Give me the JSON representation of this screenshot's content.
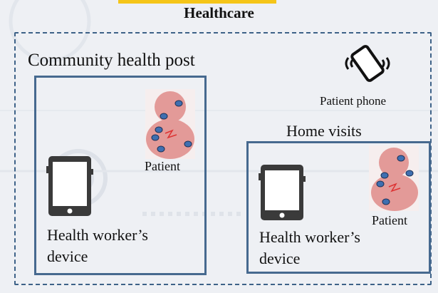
{
  "title": "Healthcare",
  "community_post": {
    "label": "Community health post",
    "patient_label": "Patient",
    "device_label": "Health worker’s device"
  },
  "home_visits": {
    "label": "Home visits",
    "patient_label": "Patient",
    "device_label": "Health worker’s device"
  },
  "patient_phone": {
    "label": "Patient phone",
    "icon": "smartphone-signal-icon"
  },
  "colors": {
    "frame": "#3e6288",
    "box_border": "#46698f",
    "accent": "#f5c518",
    "patient_body": "#e39a98",
    "sensor": "#3f6fb0"
  }
}
